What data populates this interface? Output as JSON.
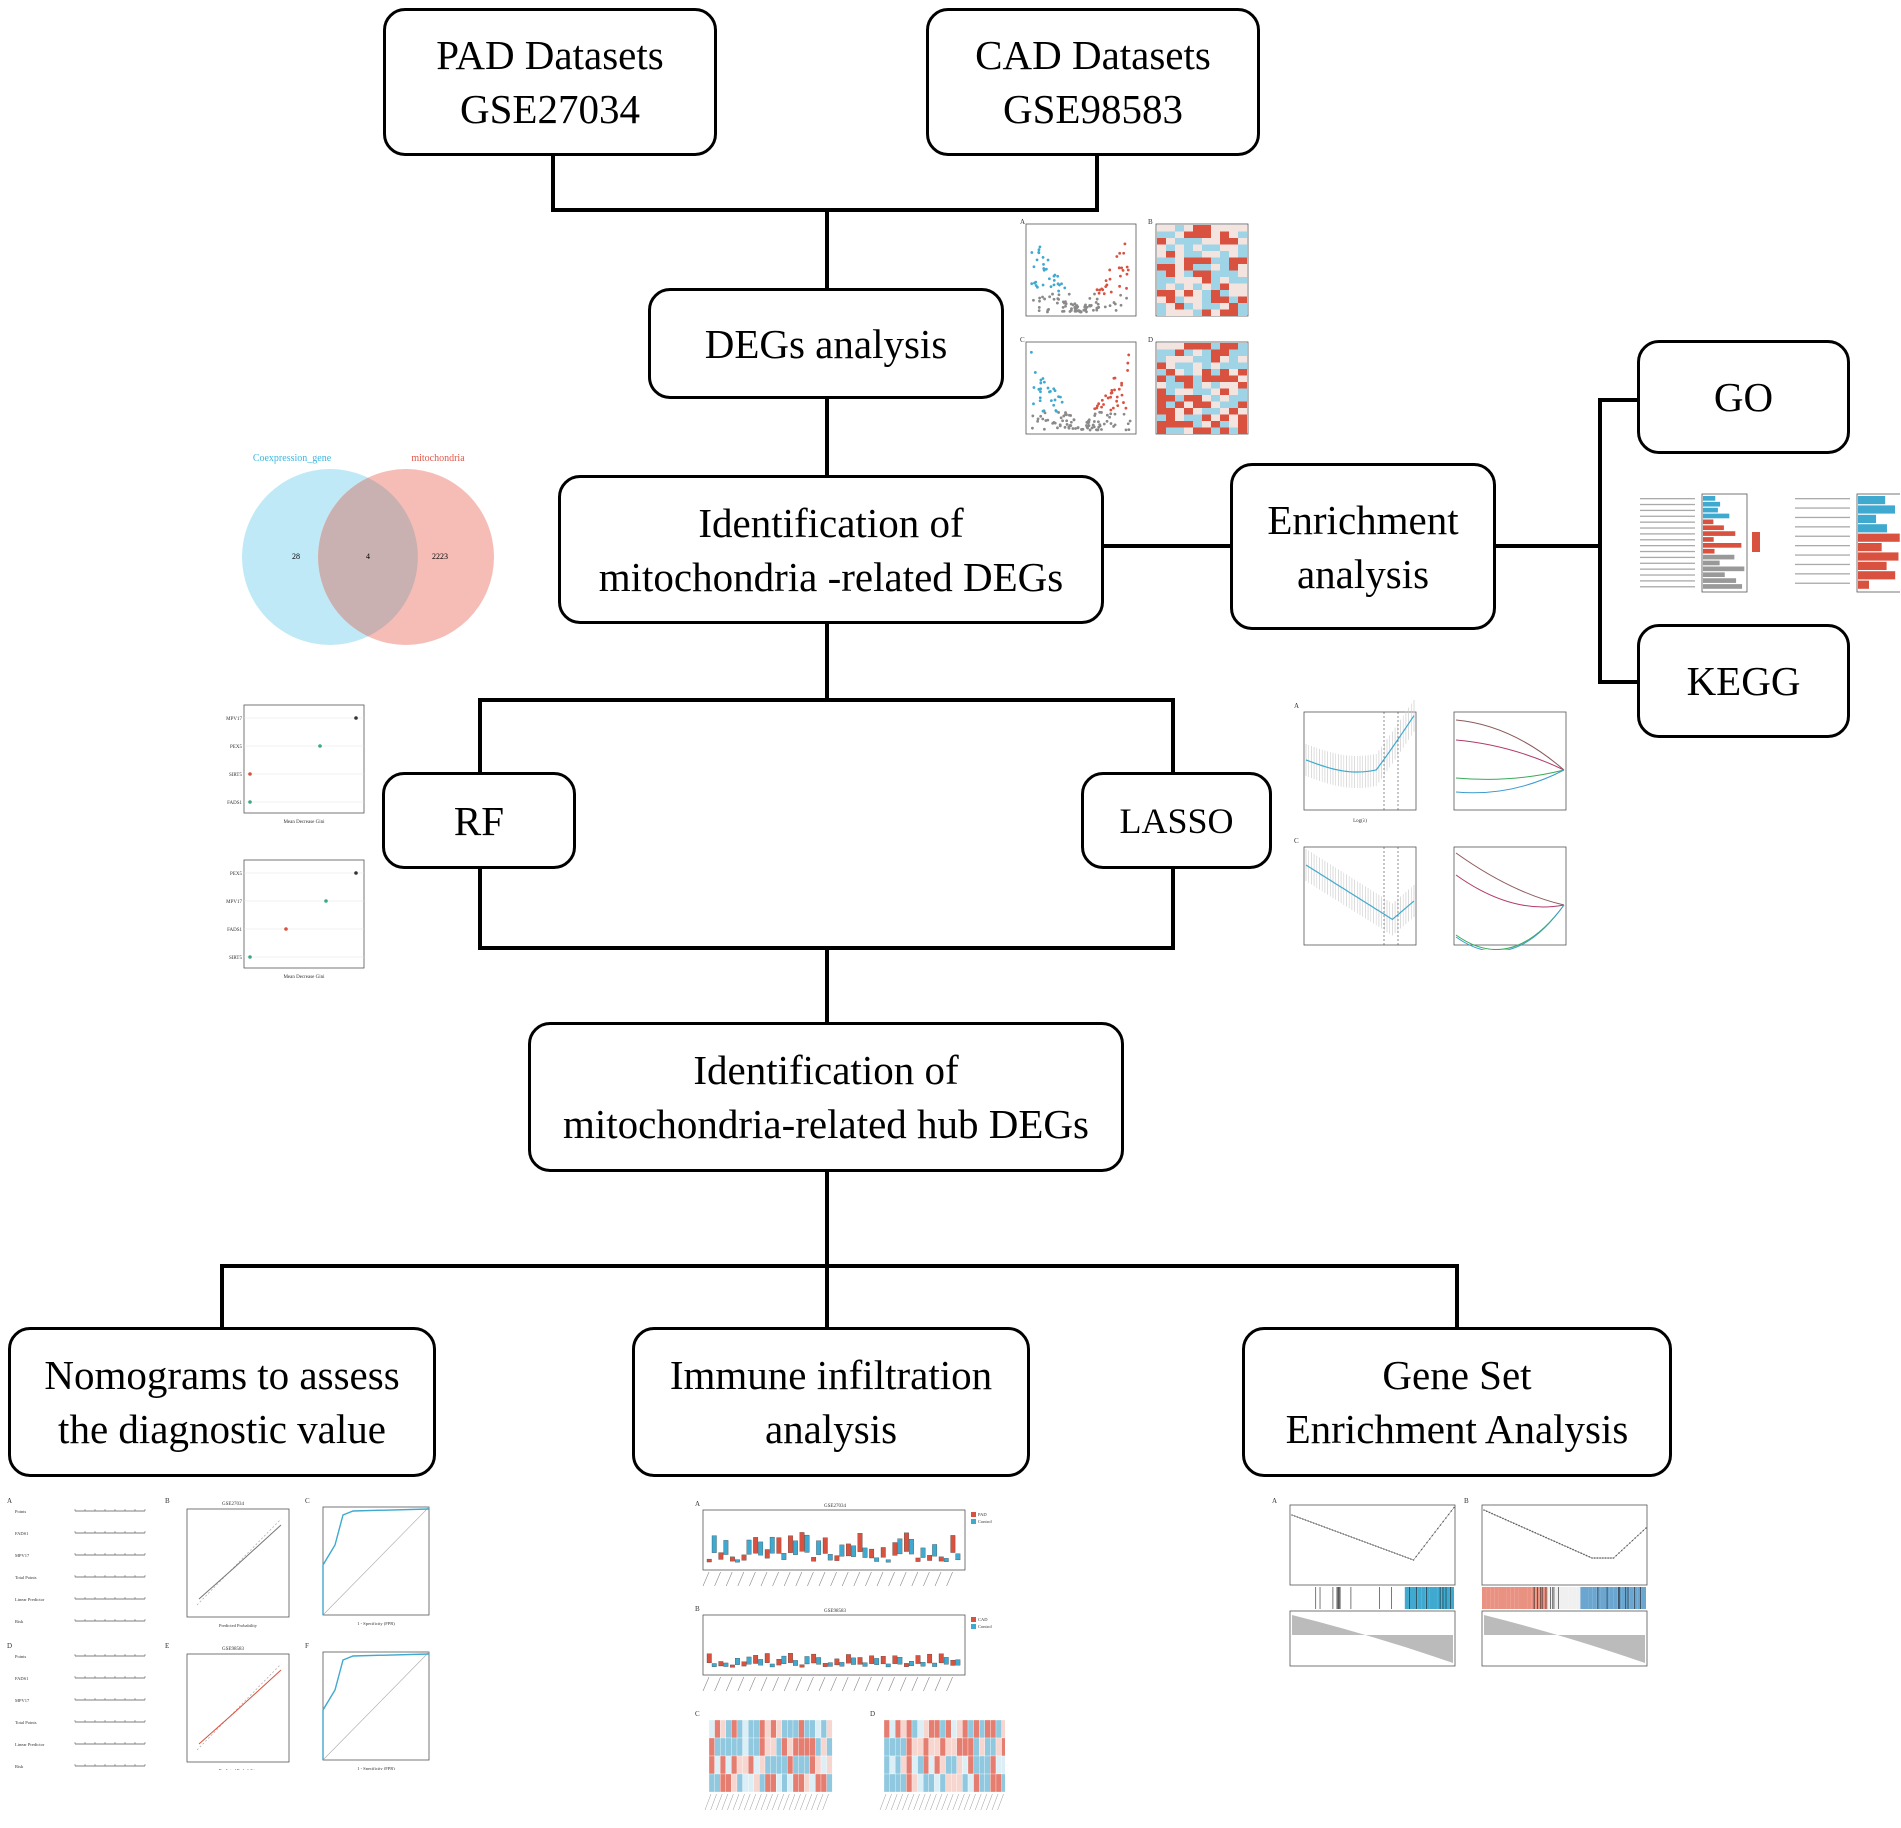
{
  "nodes": {
    "pad": {
      "line1": "PAD Datasets",
      "line2": "GSE27034"
    },
    "cad": {
      "line1": "CAD Datasets",
      "line2": "GSE98583"
    },
    "degs": {
      "line1": "DEGs analysis"
    },
    "mito": {
      "line1": "Identification of",
      "line2": "mitochondria -related DEGs"
    },
    "enrich": {
      "line1": "Enrichment",
      "line2": "analysis"
    },
    "go": {
      "line1": "GO"
    },
    "kegg": {
      "line1": "KEGG"
    },
    "rf": {
      "line1": "RF"
    },
    "lasso": {
      "line1": "LASSO"
    },
    "hub": {
      "line1": "Identification of",
      "line2": "mitochondria-related hub DEGs"
    },
    "nomo": {
      "line1": "Nomograms to assess",
      "line2": "the diagnostic value"
    },
    "immune": {
      "line1": "Immune infiltration",
      "line2": "analysis"
    },
    "gsea": {
      "line1": "Gene Set",
      "line2": "Enrichment Analysis"
    }
  },
  "venn": {
    "left_label": "Coexpression_gene",
    "right_label": "mitochondria",
    "left_count": "28",
    "overlap_count": "4",
    "right_count": "2223",
    "left_color": "#bfe9f6",
    "right_color": "#f6bcb6",
    "overlap_color": "#c8b1b0",
    "left_label_color": "#39b9e2",
    "right_label_color": "#e0584a"
  },
  "thumbnails": {
    "degs_panel_labels": [
      "A",
      "B",
      "C",
      "D"
    ],
    "lasso_panel_labels": [
      "A",
      "C"
    ],
    "nomo_panel_labels": [
      "A",
      "B",
      "C",
      "D",
      "E",
      "F"
    ],
    "immune_panel_labels": [
      "A",
      "B",
      "C",
      "D"
    ],
    "gsea_panel_labels": [
      "A",
      "B"
    ],
    "rf_genes_top": [
      "MPV17",
      "PEX5",
      "SIRT5",
      "FADS1"
    ],
    "rf_genes_bottom": [
      "PEX5",
      "MPV17",
      "FADS1",
      "SIRT5"
    ],
    "rf_axis_label": "Mean Decrease Gini",
    "nomo_rows": [
      "Points",
      "FADS1",
      "MPV17",
      "Total Points",
      "Linear Predictor",
      "Risk"
    ],
    "calib_title_1": "GSE27034",
    "calib_title_2": "GSE98583",
    "calib_xlabel": "Predicted Probability",
    "roc_xlabel": "1 - Specificity (FPR)",
    "immune_title_1": "GSE27034",
    "immune_title_2": "GSE98583",
    "immune_legend_1": [
      "PAD",
      "Control"
    ],
    "immune_legend_2": [
      "CAD",
      "Control"
    ],
    "lasso_xlabel": "Log(λ)",
    "red": "#d9513f",
    "blue": "#3fa9cf"
  }
}
